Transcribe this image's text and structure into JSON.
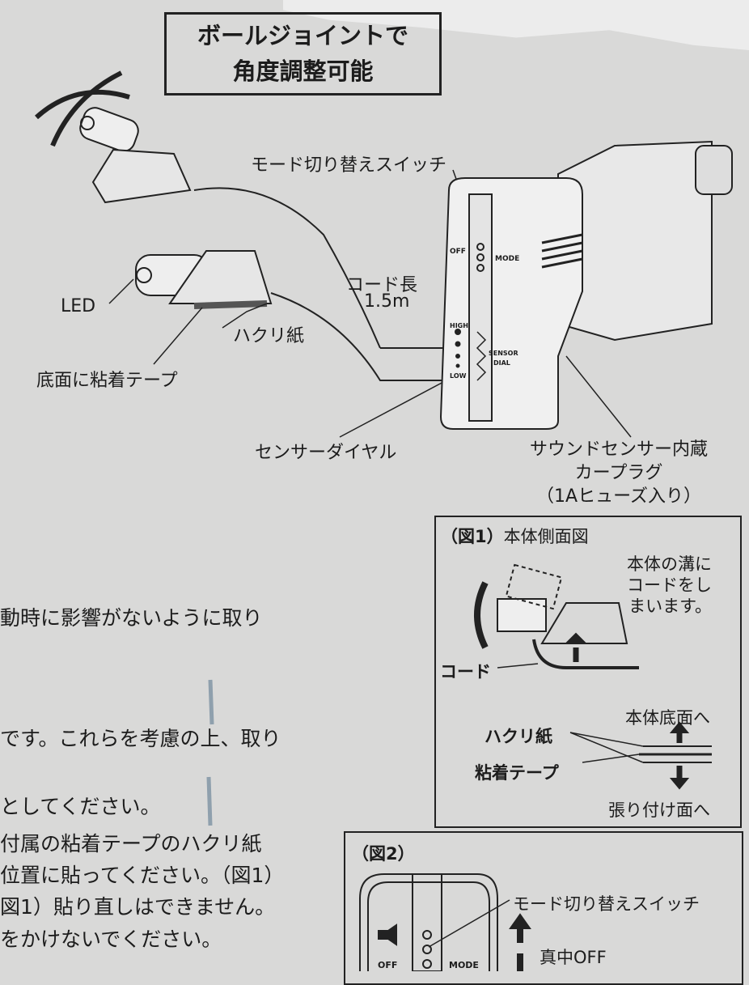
{
  "title_box": {
    "line1": "ボールジョイントで",
    "line2": "角度調整可能"
  },
  "labels": {
    "mode_switch": "モード切り替えスイッチ",
    "cord_length": "コード長",
    "cord_length_value": "1.5m",
    "led": "LED",
    "release_paper": "ハクリ紙",
    "bottom_tape": "底面に粘着テープ",
    "sensor_dial": "センサーダイヤル",
    "plug_line1": "サウンドセンサー内蔵",
    "plug_line2": "カープラグ",
    "plug_line3": "（1Aヒューズ入り）",
    "device_off": "OFF",
    "device_mode": "MODE",
    "device_high": "HIGH",
    "device_low": "LOW",
    "device_sensor": "SENSOR",
    "device_dial": "DIAL"
  },
  "body_text": [
    "動時に影響がないように取り",
    "です。これらを考慮の上、取り",
    "としてください。",
    "付属の粘着テープのハクリ紙",
    "位置に貼ってください。（図1）",
    "図1）貼り直しはできません。",
    "をかけないでください。"
  ],
  "figure1": {
    "title_num": "（図1）",
    "title": "本体側面図",
    "note_line1": "本体の溝に",
    "note_line2": "コードをし",
    "note_line3": "まいます。",
    "cord": "コード",
    "release_paper": "ハクリ紙",
    "adhesive_tape": "粘着テープ",
    "to_bottom": "本体底面へ",
    "to_surface": "張り付け面へ"
  },
  "figure2": {
    "title": "（図2）",
    "mode_switch": "モード切り替えスイッチ",
    "center_off": "真中OFF",
    "off": "OFF",
    "mode": "MODE"
  }
}
